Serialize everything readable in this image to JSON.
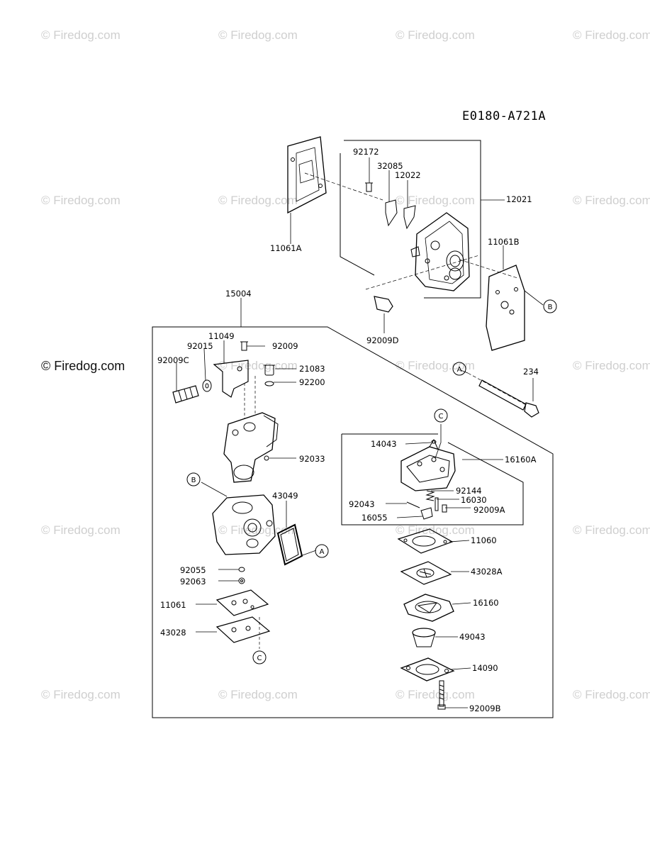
{
  "watermark": "© Firedog.com",
  "drawing_code": "E0180-A721A",
  "callouts": {
    "ref_a": "A",
    "ref_b": "B",
    "ref_c": "C"
  },
  "part_numbers": {
    "p92172": "92172",
    "p32085": "32085",
    "p12022": "12022",
    "p12021": "12021",
    "p11061A": "11061A",
    "p11061B": "11061B",
    "p92009D": "92009D",
    "p15004": "15004",
    "p11049": "11049",
    "p92015": "92015",
    "p92009": "92009",
    "p92009C": "92009C",
    "p21083": "21083",
    "p92200": "92200",
    "p92033": "92033",
    "p43049": "43049",
    "p92055": "92055",
    "p92063": "92063",
    "p11061": "11061",
    "p43028": "43028",
    "p234": "234",
    "p14043": "14043",
    "p16160A": "16160A",
    "p92144": "92144",
    "p92043": "92043",
    "p16030": "16030",
    "p92009A": "92009A",
    "p16055": "16055",
    "p11060": "11060",
    "p43028A": "43028A",
    "p16160": "16160",
    "p49043": "49043",
    "p14090": "14090",
    "p92009B": "92009B"
  }
}
